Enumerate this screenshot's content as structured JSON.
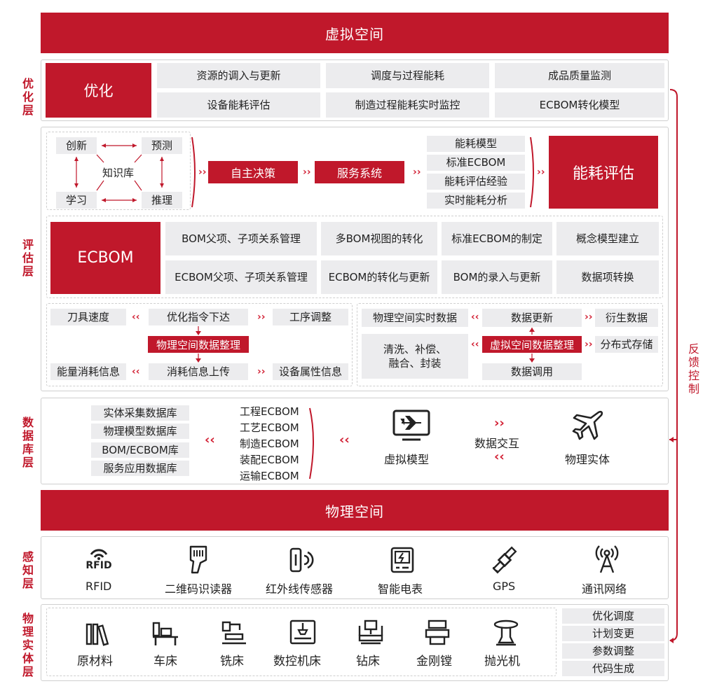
{
  "virtual_space": "虚拟空间",
  "physical_space": "物理空间",
  "feedback": "反馈控制",
  "layers": {
    "optimize": "优化层",
    "evaluate": "评估层",
    "database": "数据库层",
    "sense": "感知层",
    "entity": "物理实体层"
  },
  "optimize": {
    "title": "优化",
    "items": [
      "资源的调入与更新",
      "调度与过程能耗",
      "成品质量监测",
      "设备能耗评估",
      "制造过程能耗实时监控",
      "ECBOM转化模型"
    ]
  },
  "eval_top": {
    "cycle": [
      "创新",
      "预测",
      "知识库",
      "学习",
      "推理"
    ],
    "decision": "自主决策",
    "service": "服务系统",
    "list": [
      "能耗模型",
      "标准ECBOM",
      "能耗评估经验",
      "实时能耗分析"
    ],
    "result": "能耗评估"
  },
  "ecbom": {
    "title": "ECBOM",
    "items": [
      "BOM父项、子项关系管理",
      "多BOM视图的转化",
      "标准ECBOM的制定",
      "概念模型建立",
      "ECBOM父项、子项关系管理",
      "ECBOM的转化与更新",
      "BOM的录入与更新",
      "数据项转换"
    ]
  },
  "physical_data": {
    "tool_speed": "刀具速度",
    "optimize_cmd": "优化指令下达",
    "process_adjust": "工序调整",
    "center": "物理空间数据整理",
    "energy_info": "能量消耗信息",
    "consume_upload": "消耗信息上传",
    "device_attr": "设备属性信息"
  },
  "virtual_data": {
    "realtime": "物理空间实时数据",
    "update": "数据更新",
    "derived": "衍生数据",
    "clean": "清洗、补偿、融合、封装",
    "center": "虚拟空间数据整理",
    "distributed": "分布式存储",
    "call": "数据调用"
  },
  "database": {
    "dbs": [
      "实体采集数据库",
      "物理模型数据库",
      "BOM/ECBOM库",
      "服务应用数据库"
    ],
    "ecbom_list": [
      "工程ECBOM",
      "工艺ECBOM",
      "制造ECBOM",
      "装配ECBOM",
      "运输ECBOM"
    ],
    "virtual_model": "虚拟模型",
    "exchange": "数据交互",
    "physical_entity": "物理实体"
  },
  "sense": {
    "rfid_glyph": "RFID",
    "items": [
      "RFID",
      "二维码识读器",
      "红外线传感器",
      "智能电表",
      "GPS",
      "通讯网络"
    ]
  },
  "entity": {
    "items": [
      "原材料",
      "车床",
      "铣床",
      "数控机床",
      "钻床",
      "金刚镗",
      "抛光机"
    ],
    "controls": [
      "优化调度",
      "计划变更",
      "参数调整",
      "代码生成"
    ]
  },
  "colors": {
    "accent": "#c0182b",
    "box": "#ececee",
    "border": "#cfcfcf"
  }
}
